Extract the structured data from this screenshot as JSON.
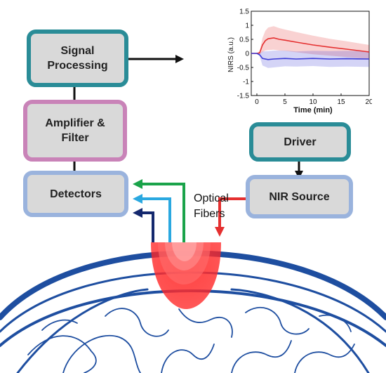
{
  "boxes": {
    "signal_processing": "Signal Processing",
    "amplifier_filter": "Amplifier & Filter",
    "detectors": "Detectors",
    "driver": "Driver",
    "nir_source": "NIR Source"
  },
  "fibers": {
    "line1": "Optical",
    "line2": "Fibers"
  },
  "colors": {
    "teal": "#2a8c97",
    "pink": "#c983b8",
    "light_blue": "#9ab3dd",
    "green": "#1aa34a",
    "cyan": "#2aa8e0",
    "navy": "#14286e",
    "red": "#e53030",
    "brain": "#1e4ea0"
  },
  "chart_data": {
    "type": "line",
    "xlabel": "Time (min)",
    "ylabel": "NIRS (a.u.)",
    "xlim": [
      -1,
      20
    ],
    "ylim": [
      -1.5,
      1.5
    ],
    "xticks": [
      0,
      5,
      10,
      15,
      20
    ],
    "yticks": [
      -1.5,
      -1,
      -0.5,
      0,
      0.5,
      1,
      1.5
    ],
    "series": [
      {
        "color": "#e53030",
        "x": [
          -1,
          0,
          0.5,
          1,
          1.5,
          2,
          3,
          4,
          5,
          7,
          10,
          13,
          16,
          20
        ],
        "y": [
          0,
          0,
          0.02,
          0.3,
          0.45,
          0.52,
          0.55,
          0.5,
          0.47,
          0.4,
          0.3,
          0.22,
          0.15,
          0.05
        ],
        "band": [
          0,
          0,
          0.05,
          0.25,
          0.35,
          0.4,
          0.42,
          0.4,
          0.38,
          0.36,
          0.33,
          0.3,
          0.28,
          0.25
        ]
      },
      {
        "color": "#3b3bd6",
        "x": [
          -1,
          0,
          0.5,
          1,
          2,
          3,
          5,
          7,
          10,
          13,
          16,
          20
        ],
        "y": [
          0,
          0,
          -0.05,
          -0.18,
          -0.22,
          -0.2,
          -0.18,
          -0.2,
          -0.18,
          -0.2,
          -0.19,
          -0.2
        ],
        "band": [
          0,
          0,
          0.05,
          0.25,
          0.3,
          0.3,
          0.28,
          0.27,
          0.27,
          0.28,
          0.28,
          0.28
        ]
      }
    ]
  }
}
